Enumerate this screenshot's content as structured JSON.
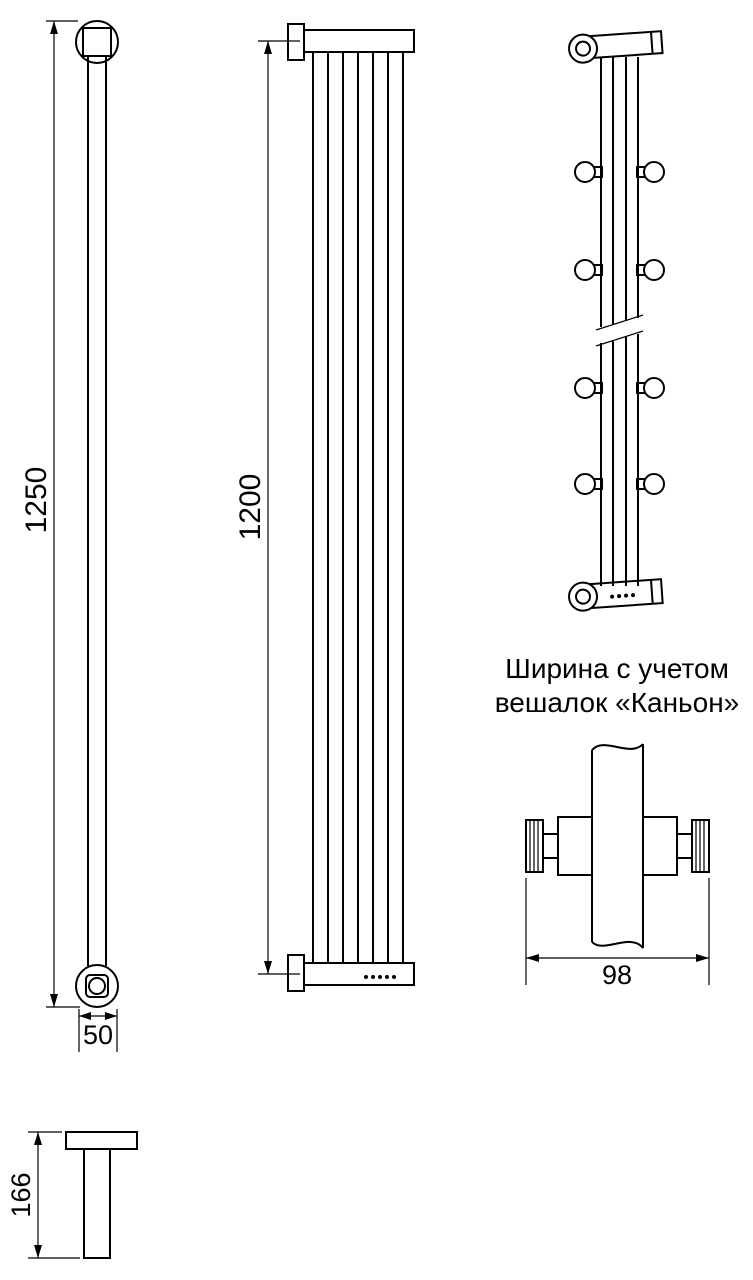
{
  "figure": {
    "background": "#ffffff",
    "line_color": "#000000"
  },
  "views": {
    "side": {
      "height_dim": "1250",
      "width_dim": "50"
    },
    "front": {
      "height_dim": "1200"
    },
    "hanger_section": {
      "note_line1": "Ширина с учетом",
      "note_line2": "вешалок «Каньон»",
      "width_dim": "98"
    },
    "bracket": {
      "height_dim": "166"
    }
  }
}
